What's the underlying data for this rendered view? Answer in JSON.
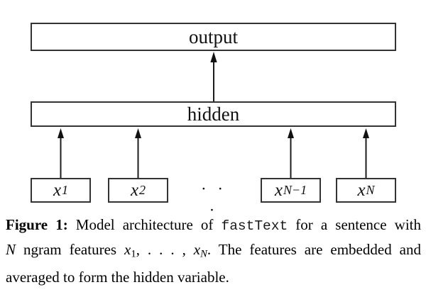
{
  "figure": {
    "nodes": {
      "output": "output",
      "hidden": "hidden"
    },
    "inputs": [
      {
        "base": "x",
        "sub": "1"
      },
      {
        "base": "x",
        "sub": "2"
      },
      {
        "base": "x",
        "sub": "N−1"
      },
      {
        "base": "x",
        "sub": "N"
      }
    ],
    "ellipsis": "· · ·",
    "colors": {
      "box_border": "#333333",
      "arrow": "#1c1c1c",
      "text": "#111111",
      "background": "#ffffff"
    }
  },
  "caption": {
    "line1": [
      {
        "text": "Figure 1:"
      },
      {
        "text": " Model architecture of "
      },
      {
        "text": "fastText"
      },
      {
        "text": " for a sentence with"
      }
    ],
    "line2": [
      {
        "text": "N"
      },
      {
        "text": " ngram features "
      },
      {
        "text": "x"
      },
      {
        "text": "1"
      },
      {
        "text": ", . . . , "
      },
      {
        "text": "x"
      },
      {
        "text": "N"
      },
      {
        "text": ". The features are embedded and"
      }
    ],
    "line3": [
      {
        "text": "averaged to form the hidden variable."
      }
    ]
  }
}
